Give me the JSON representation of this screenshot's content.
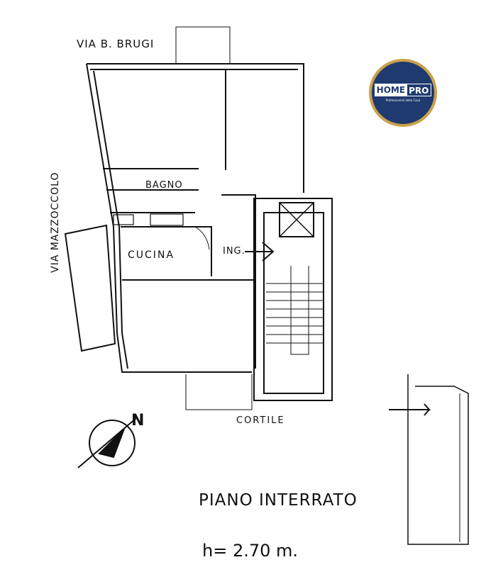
{
  "labels": {
    "street_top": "VIA B. BRUGI",
    "street_left": "VIA MAZZOCCOLO",
    "bagno": "BAGNO",
    "cucina": "CUCINA",
    "ingresso": "ING.",
    "cortile": "CORTILE",
    "north": "N",
    "floor_title": "PIANO INTERRATO",
    "height": "h= 2.70 m."
  },
  "logo": {
    "part1": "HOME",
    "part2": "PRO",
    "tagline": "Professionisti della Casa",
    "ring_color": "#c9a24a",
    "badge_color": "#1f3a6f"
  },
  "colors": {
    "ink": "#111111",
    "paper": "#ffffff"
  }
}
